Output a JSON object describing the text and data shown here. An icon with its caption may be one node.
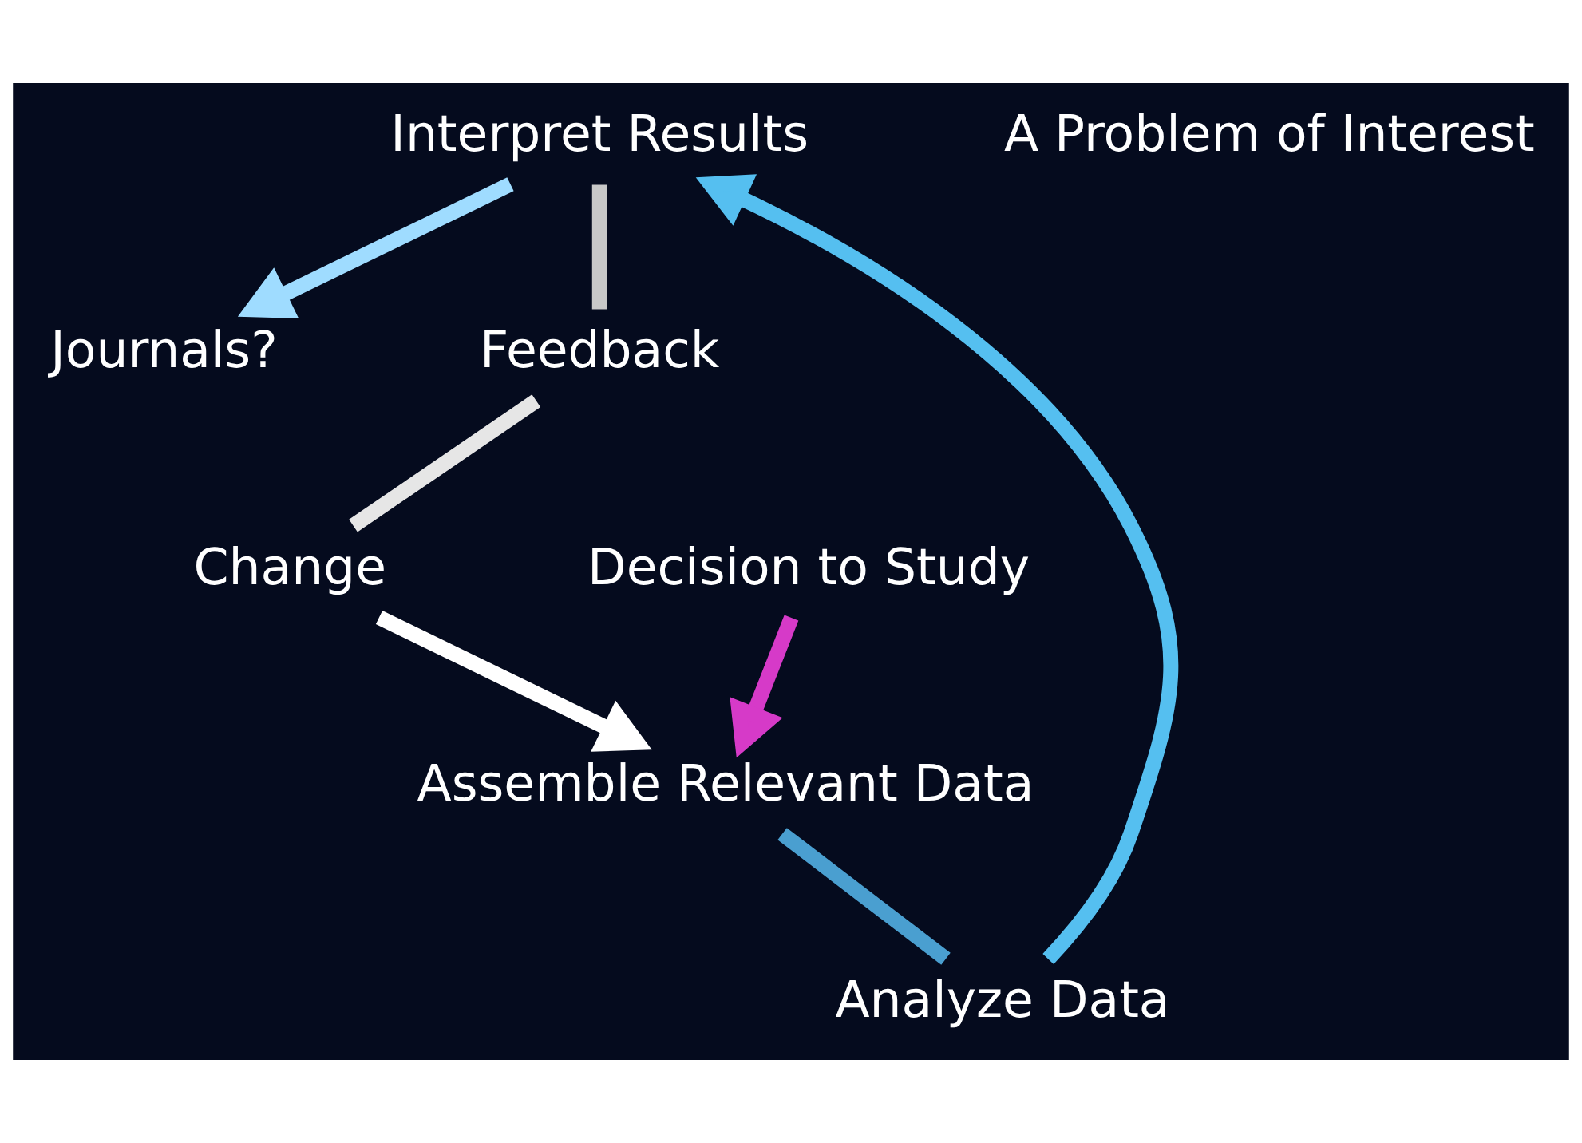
{
  "diagram": {
    "nodes": [
      {
        "text": [
          "Interpret Results"
        ]
      },
      {
        "text": [
          "Journals?"
        ]
      },
      {
        "text": [
          "Analyze Data"
        ]
      },
      {
        "text": [
          "Feedback"
        ]
      },
      {
        "text": [
          "A Problem of Interest"
        ]
      },
      {
        "text": [
          "Assemble Relevant Data"
        ]
      },
      {
        "text": [
          "Change"
        ]
      },
      {
        "text": [
          "Decision to Study"
        ]
      }
    ],
    "edges": [
      {
        "from": 7,
        "to": 5,
        "arrow": "to",
        "color": "#d63ac8"
      },
      {
        "from": 5,
        "to": 2,
        "arrow": "none",
        "color": "#4a9fd0"
      },
      {
        "from": 2,
        "to": 0,
        "arrow": "to",
        "color": "#55bff0"
      },
      {
        "from": 0,
        "to": 1,
        "arrow": "to",
        "color": "#9fdcff"
      },
      {
        "from": 0,
        "to": 3,
        "arrow": "none",
        "color": "#c8c8c8"
      },
      {
        "from": 3,
        "to": 6,
        "arrow": "none",
        "color": "#e6e6e6"
      },
      {
        "from": 6,
        "to": 5,
        "arrow": "to",
        "color": "#ffffff"
      }
    ]
  }
}
